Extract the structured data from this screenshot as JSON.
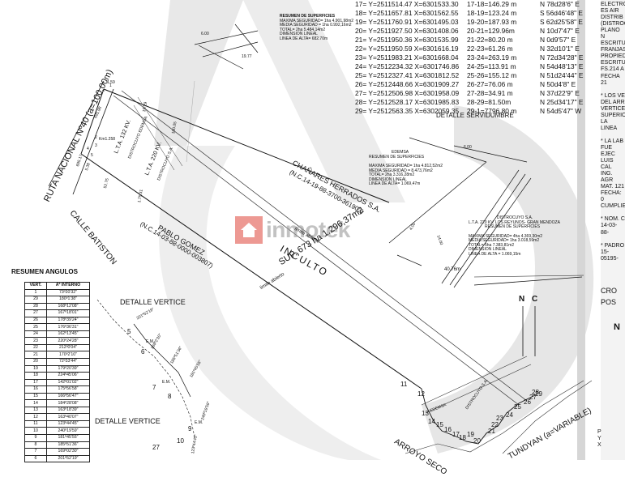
{
  "watermark": {
    "brand": "inmotek"
  },
  "coords_table": {
    "rows": [
      {
        "coord": "17= Y=2511514.47  X=6301533.30",
        "side": "17-18=146.29 m",
        "bearing": "N 78d28'6\" E"
      },
      {
        "coord": "18= Y=2511657.81  X=6301562.55",
        "side": "18-19=123.24 m",
        "bearing": "S 56d46'48\" E"
      },
      {
        "coord": "19= Y=2511760.91  X=6301495.03",
        "side": "19-20=187.93 m",
        "bearing": "S 62d25'58\" E"
      },
      {
        "coord": "20= Y=2511927.50  X=6301408.06",
        "side": "20-21=129.96m",
        "bearing": "N 10d7'47\" E"
      },
      {
        "coord": "21= Y=2511950.36  X=6301535.99",
        "side": "21-22=80.20 m",
        "bearing": "N 0d9'57\" E"
      },
      {
        "coord": "22= Y=2511950.59  X=6301616.19",
        "side": "22-23=61.26 m",
        "bearing": "N 32d10'1\" E"
      },
      {
        "coord": "23= Y=2511983.21  X=6301668.04",
        "side": "23-24=263.19 m",
        "bearing": "N 72d34'28\" E"
      },
      {
        "coord": "24= Y=2512234.32  X=6301746.86",
        "side": "24-25=113.91 m",
        "bearing": "N 54d48'13\" E"
      },
      {
        "coord": "25= Y=2512327.41  X=6301812.52",
        "side": "25-26=155.12 m",
        "bearing": "N 51d24'44\" E"
      },
      {
        "coord": "26= Y=2512448.66  X=6301909.27",
        "side": "26-27=76.06 m",
        "bearing": "N 50d4'8\" E"
      },
      {
        "coord": "27= Y=2512506.98  X=6301958.09",
        "side": "27-28=34.91 m",
        "bearing": "N 37d22'9\" E"
      },
      {
        "coord": "28= Y=2512528.17  X=6301985.83",
        "side": "28-29=81.50m",
        "bearing": "N 25d34'17\" E"
      },
      {
        "coord": "29= Y=2512563.35  X=6302059.35",
        "side": "29-1=7796.80 m",
        "bearing": "N 54d5'47\" W"
      }
    ]
  },
  "right_notes": {
    "lines": [
      "ELECTRO",
      "ES AIR",
      "DISTRIB",
      "(DISTROC",
      "PLANO N",
      "ESCRITUR",
      "FRANJAS",
      "PROPIED",
      "ESCRITU",
      "FS.214 A",
      "FECHA 21"
    ],
    "lines2": [
      "* LOS VE",
      "DEL ARR",
      "VERTICE",
      "SUPERIO",
      "LA LINEA"
    ],
    "lines3": [
      "* LA LAB",
      "FUE EJEC",
      "LUIS CAL",
      "ING. AGR",
      "MAT. 121",
      "FECHA: 0",
      "CUMPLIE"
    ],
    "lines4": [
      "* NOM. C",
      "14-03-88-"
    ],
    "lines5": [
      "* PADRO",
      "15-05195-"
    ],
    "cro": "CRO",
    "pos": "POS"
  },
  "top_left_summary": {
    "title": "RESUMEN DE SUPERFICIES",
    "lines": [
      "MAXIMA SEGURIDAD=   1ha 4.901,98m2",
      "MEDIA SEGURIDAD =   1ha 0.992,16m2",
      "TOTAL=              2ha 5.484,14m2",
      "DIMENSION LINEAL",
      "LINEA DE ALTA= 682.70m"
    ],
    "dim1": "6.00",
    "dim2": "19.77"
  },
  "detail_servidumbre": {
    "title": "DETALLE SERVIDUMBRE",
    "edemsa": "EDEMSA",
    "resumen": "RESUMEN DE SUPERFICIES",
    "lines": [
      "MAXIMA SEGURIDAD=   1ha 4.812,52m2",
      "MEDIA SEGURIDAD =    8.473,76m2",
      "TOTAL=             2ha 3.316,28m2",
      "DIMENSION LINEAL",
      "LINEA DE ALTA= 1.069,47m"
    ],
    "dims": [
      "6.00",
      "4.00",
      "14.00",
      "40.76m"
    ],
    "distro_title": "DISTROCUYO S.A.",
    "distro_line": "L.T.A. 220 KV. LOS REYUNOS- GRAN MENDOZA",
    "distro_resumen": "RESUMEN DE SUPERFICIES",
    "distro_lines": [
      "MAXIMA SEGURIDAD=   4ha 4.369,30m2",
      "MEDIA SEGURIDAD=    1ha 3.018,59m2",
      "TOTAL=              5ha 7.383,81m2",
      "DIMENSION LINEAL",
      "LINEA DE ALTA = 1.069,15m"
    ]
  },
  "route_labels": {
    "ruta": "RUTA NACIONAL Nº40 (a=100,00m)",
    "calle": "CALLE BATISTON",
    "dist1": "691.98",
    "lta132": "L.T.A. 132 KV.",
    "lta132b": "DISTROCUYO EDEMSA",
    "lta220": "L.T.A. 220 KV.",
    "lta220b": "DISTROCUYO S.A.",
    "dim_a": "5.38",
    "dim_b": "695.17",
    "dim_c": "52.75",
    "dim_d": "1.59",
    "dim_e": "19.29",
    "dim_f": "100.05",
    "dim_g": "1.75.31",
    "pt_nums": [
      "1",
      "2",
      "3",
      "4",
      "5"
    ],
    "km": "Km1.258"
  },
  "parcel": {
    "owner1": "CHAÑARES HERRADOS S.A.",
    "owner1_nc": "(N.C.14-19-88-3700-361903)",
    "limite1": "limite abierto",
    "inculto": "INCULTO",
    "sup": "SUP. 673 ha 1.296,37m2",
    "limite2": "limite abierto",
    "owner2": "PABLO GOMEZ",
    "owner2_nc": "(N.C.14-03-88-0000-003807)"
  },
  "angles_table": {
    "title": "RESUMEN ANGULOS",
    "headers": [
      "VERT.",
      "Aº INTERNO"
    ],
    "rows": [
      [
        "1",
        "73º20'32\""
      ],
      [
        "29",
        "180º1'38\""
      ],
      [
        "28",
        "168º12'08\""
      ],
      [
        "27",
        "167º18'01\""
      ],
      [
        "26",
        "178º39'24\""
      ],
      [
        "25",
        "176º36'31\""
      ],
      [
        "24",
        "162º13'45\""
      ],
      [
        "23",
        "220º24'28\""
      ],
      [
        "22",
        "212º0'04\""
      ],
      [
        "21",
        "170º2'10\""
      ],
      [
        "20",
        "72º33'44\""
      ],
      [
        "19",
        "179º20'39\""
      ],
      [
        "18",
        "224º45'06\""
      ],
      [
        "17",
        "142º01'02\""
      ],
      [
        "16",
        "175º56'58\""
      ],
      [
        "15",
        "166º56'47\""
      ],
      [
        "14",
        "184º28'08\""
      ],
      [
        "13",
        "163º18'39\""
      ],
      [
        "12",
        "163º40'07\""
      ],
      [
        "11",
        "123º44'45\""
      ],
      [
        "10",
        "240º19'59\""
      ],
      [
        "9",
        "181º45'55\""
      ],
      [
        "8",
        "185º51'36\""
      ],
      [
        "7",
        "169º02'30\""
      ],
      [
        "6",
        "201º52'19\""
      ]
    ]
  },
  "detail_vertice": {
    "title1": "DETALLE VERTICE",
    "title2": "DETALLE VERTICE",
    "em": "E.M.",
    "angle_labels": [
      "201º52'19\"",
      "169º2'30\"",
      "185º51'36\"",
      "181º45'55\"",
      "240º19'59\"",
      "123º44'45\""
    ],
    "nums1": [
      "5",
      "6",
      "7",
      "8",
      "9",
      "10"
    ],
    "nums2": [
      "9",
      "10",
      "27"
    ]
  },
  "bottom_right": {
    "north_n": "N",
    "north_c": "C",
    "edemsa": "EDEMSA",
    "distro": "DISTROCUYO S.A.",
    "arroyo": "ARROYO SECO",
    "tundyan": "TUNDYAN (a=VARIABLE)",
    "vertices": [
      "11",
      "12",
      "13",
      "14",
      "15",
      "16",
      "17",
      "18",
      "19",
      "20",
      "21",
      "22",
      "23",
      "24",
      "25",
      "26",
      "27",
      "28",
      "29"
    ],
    "partial_right": [
      "P",
      "Y",
      "X"
    ],
    "n_edge": "N"
  }
}
